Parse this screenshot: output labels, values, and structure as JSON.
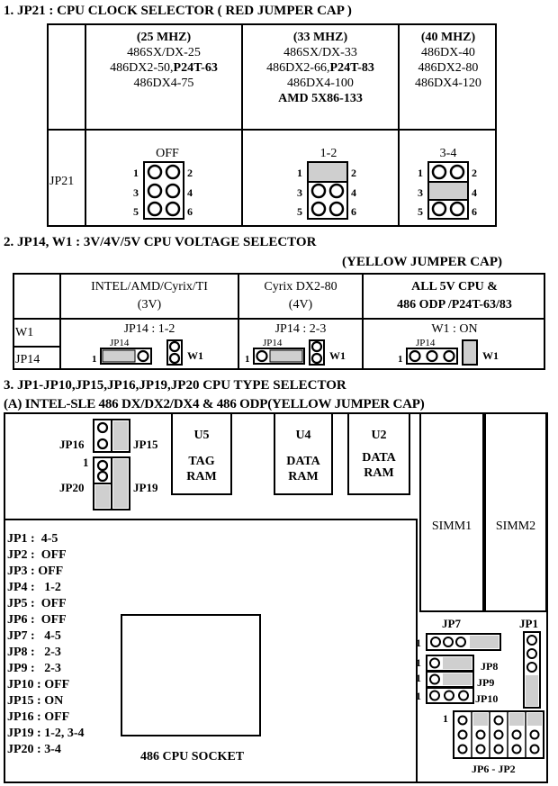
{
  "s1": {
    "title": "1. JP21 : CPU CLOCK SELECTOR ( RED JUMPER CAP )",
    "col25": {
      "head": "(25 MHZ)",
      "l1": "486SX/DX-25",
      "l2a": "486DX2-50,",
      "l2b": "P24T-63",
      "l3": "486DX4-75"
    },
    "col33": {
      "head": "(33 MHZ)",
      "l1": "486SX/DX-33",
      "l2a": "486DX2-66,",
      "l2b": "P24T-83",
      "l3": "486DX4-100",
      "l4": "AMD 5X86-133"
    },
    "col40": {
      "head": "(40 MHZ)",
      "l1": "486DX-40",
      "l2": "486DX2-80",
      "l3": "486DX4-120"
    },
    "rowlabel": "JP21",
    "set1": "OFF",
    "set2": "1-2",
    "set3": "3-4"
  },
  "s2": {
    "title": "2. JP14, W1 : 3V/4V/5V CPU VOLTAGE SELECTOR",
    "cap": "(YELLOW JUMPER CAP)",
    "colA": {
      "l1": "INTEL/AMD/Cyrix/TI",
      "l2": "(3V)",
      "set": "JP14 : 1-2"
    },
    "colB": {
      "l1": "Cyrix DX2-80",
      "l2": "(4V)",
      "set": "JP14 : 2-3"
    },
    "colC": {
      "l1": "ALL 5V CPU &",
      "l2": "486 ODP /P24T-63/83",
      "set": "W1 : ON"
    },
    "row1": "W1",
    "row2": "JP14",
    "jp14": "JP14",
    "w1": "W1"
  },
  "s3": {
    "title": "3.  JP1-JP10,JP15,JP16,JP19,JP20     CPU TYPE SELECTOR",
    "subtitle": "(A) INTEL-SLE 486 DX/DX2/DX4 & 486 ODP(YELLOW JUMPER CAP)",
    "jp16": "JP16",
    "jp15": "JP15",
    "jp20": "JP20",
    "jp19": "JP19",
    "u5": "U5",
    "u5a": "TAG",
    "u5b": "RAM",
    "u4": "U4",
    "u4a": "DATA",
    "u4b": "RAM",
    "u2": "U2",
    "u2a": "DATA",
    "u2b": "RAM",
    "simm1": "SIMM1",
    "simm2": "SIMM2",
    "settings": [
      {
        "k": "JP1 :",
        "v": "4-5"
      },
      {
        "k": "JP2 :",
        "v": "OFF"
      },
      {
        "k": "JP3 :",
        "v": "OFF"
      },
      {
        "k": "JP4 :",
        "v": "1-2"
      },
      {
        "k": "JP5 :",
        "v": "OFF"
      },
      {
        "k": "JP6 :",
        "v": "OFF"
      },
      {
        "k": "JP7 :",
        "v": "4-5"
      },
      {
        "k": "JP8 :",
        "v": "2-3"
      },
      {
        "k": "JP9 :",
        "v": "2-3"
      },
      {
        "k": "JP10 :",
        "v": "OFF"
      },
      {
        "k": "JP15 :",
        "v": "ON"
      },
      {
        "k": "JP16 :",
        "v": "OFF"
      },
      {
        "k": "JP19 :",
        "v": "1-2, 3-4"
      },
      {
        "k": "JP20 :",
        "v": "3-4"
      }
    ],
    "socket": "486 CPU SOCKET",
    "jp7": "JP7",
    "jp1": "JP1",
    "jp8": "JP8",
    "jp9": "JP9",
    "jp10": "JP10",
    "jp62": "JP6 - JP2",
    "one": "1"
  },
  "pins": {
    "p1": "1",
    "p2": "2",
    "p3": "3",
    "p4": "4",
    "p5": "5",
    "p6": "6"
  }
}
